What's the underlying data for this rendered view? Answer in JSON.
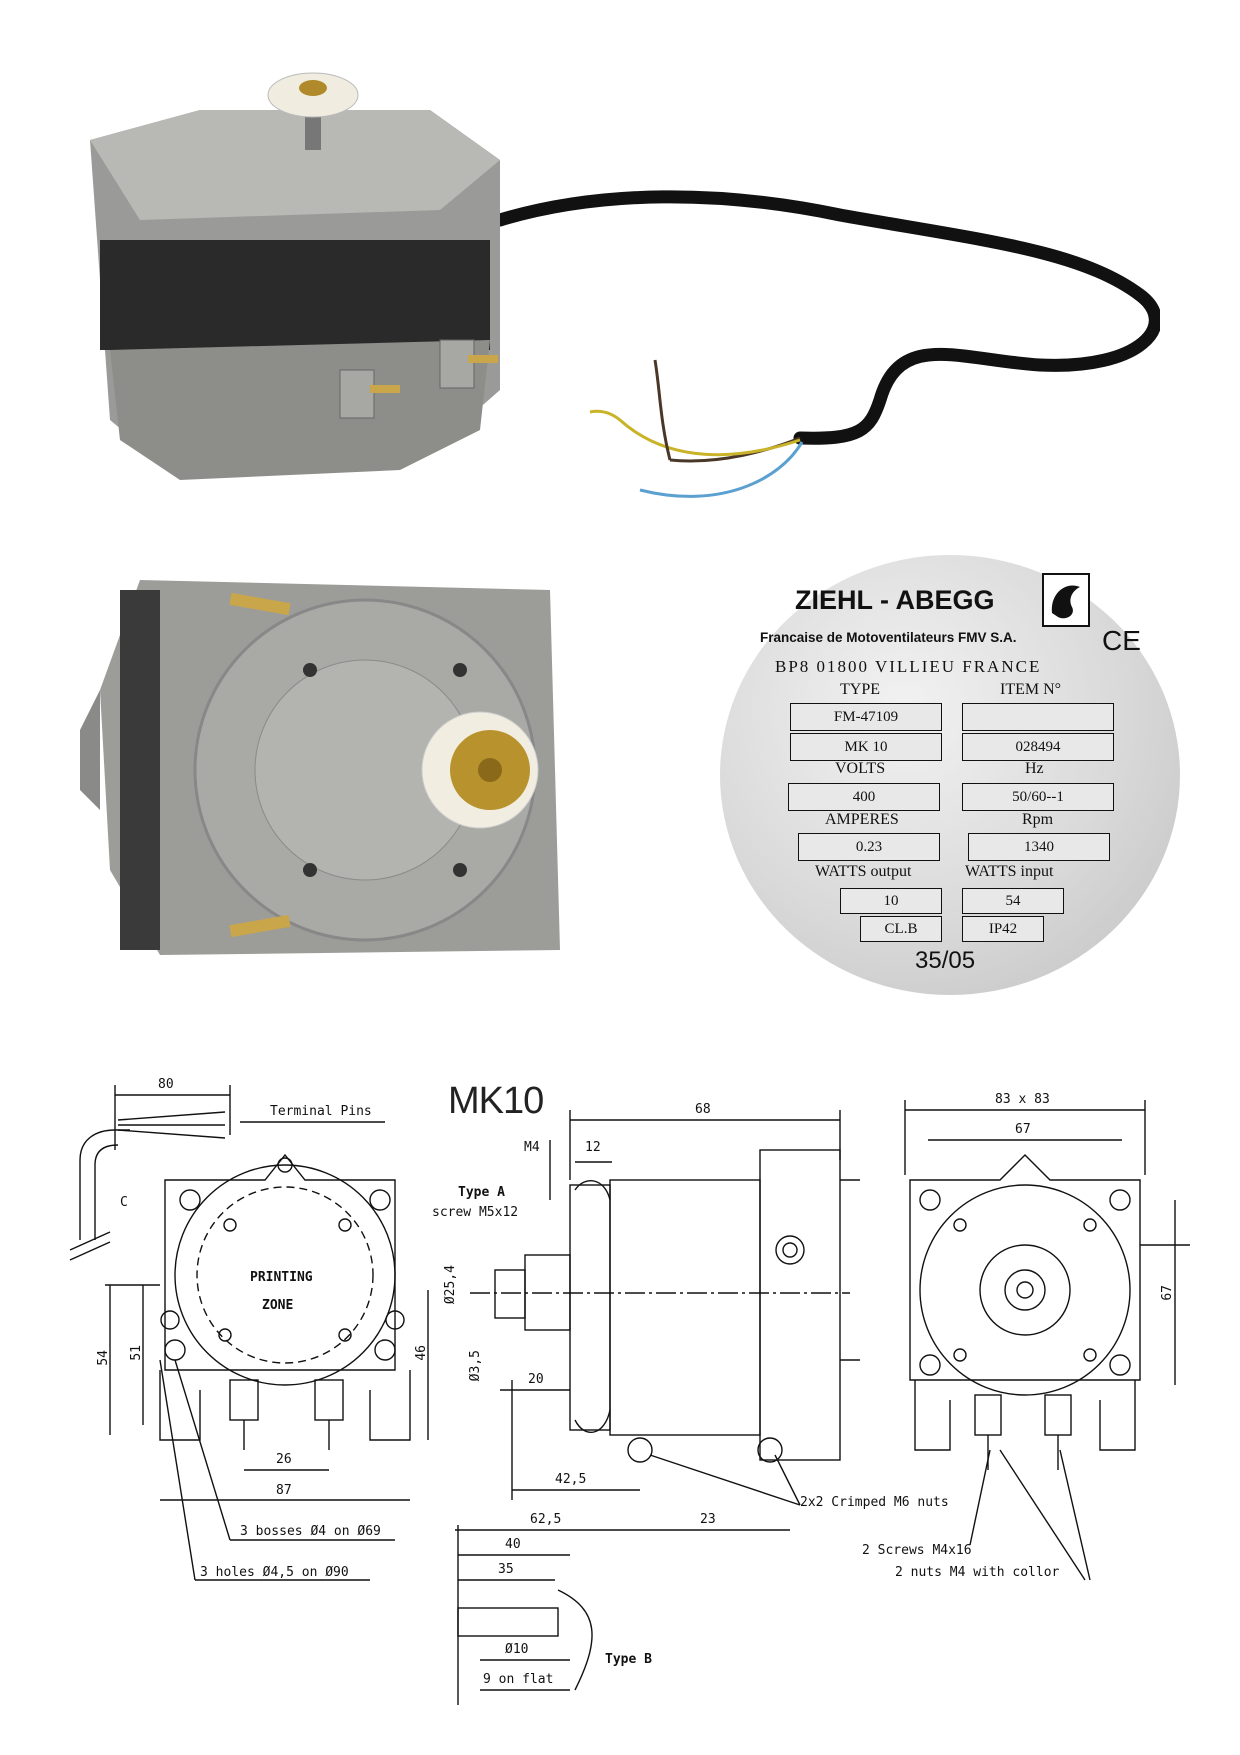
{
  "plate": {
    "brand": "ZIEHL - ABEGG",
    "subtitle": "Francaise de Motoventilateurs FMV S.A.",
    "ce": "CE",
    "address": "BP8 01800 VILLIEU FRANCE",
    "type_label": "TYPE",
    "item_label": "ITEM N°",
    "type_value": "FM-47109",
    "item_value": "",
    "model": "MK 10",
    "item_number": "028494",
    "volts_label": "VOLTS",
    "hz_label": "Hz",
    "volts_value": "400",
    "hz_value": "50/60--1",
    "amperes_label": "AMPERES",
    "rpm_label": "Rpm",
    "amperes_value": "0.23",
    "rpm_value": "1340",
    "watts_out_label": "WATTS output",
    "watts_in_label": "WATTS input",
    "watts_out_value": "10",
    "watts_in_value": "54",
    "class_value": "CL.B",
    "ip_value": "IP42",
    "date_code": "35/05"
  },
  "drawing": {
    "title": "MK10",
    "terminal_pins": "Terminal Pins",
    "dim_80": "80",
    "label_c": "C",
    "printing": "PRINTING",
    "zone": "ZONE",
    "dim_54": "54",
    "dim_51": "51",
    "dim_46": "46",
    "dim_26": "26",
    "dim_87": "87",
    "bosses": "3 bosses Ø4 on Ø69",
    "holes": "3 holes Ø4,5 on Ø90",
    "dim_68": "68",
    "dim_m4": "M4",
    "dim_12": "12",
    "type_a": "Type A",
    "screw": "screw M5x12",
    "dim_254": "Ø25,4",
    "dim_35": "Ø3,5",
    "dim_20": "20",
    "dim_425": "42,5",
    "dim_625": "62,5",
    "dim_23": "23",
    "crimped": "2x2 Crimped M6 nuts",
    "dim_40": "40",
    "dim_35b": "35",
    "dim_10": "Ø10",
    "type_b": "Type B",
    "flat": "9 on flat",
    "dim_83": "83 x 83",
    "dim_67": "67",
    "dim_67v": "67",
    "screws": "2 Screws M4x16",
    "nuts": "2 nuts M4 with collor"
  }
}
